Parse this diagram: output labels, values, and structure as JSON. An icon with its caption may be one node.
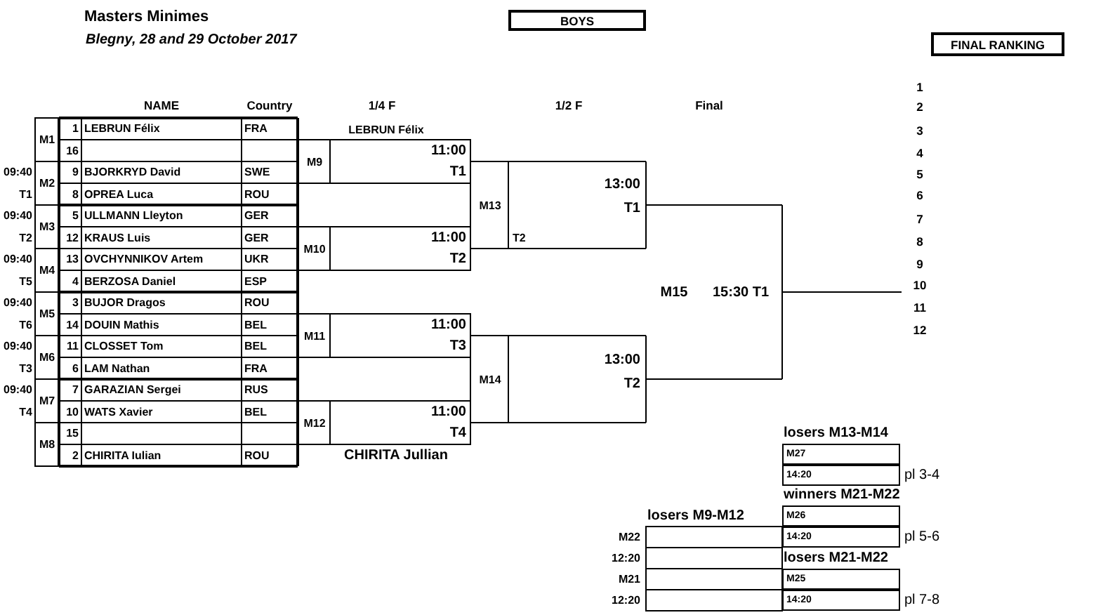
{
  "diagram": {
    "title": "Masters Minimes",
    "nodes": [
      {
        "text": [
          "BOYS"
        ]
      },
      {
        "text": [
          "FINAL RANKING"
        ]
      },
      {
        "text": [
          "M27"
        ]
      },
      {
        "text": [
          "14:20"
        ]
      },
      {
        "text": [
          "M26"
        ]
      },
      {
        "text": [
          "14:20"
        ]
      },
      {
        "text": [
          "M25"
        ]
      },
      {
        "text": [
          "14:20"
        ]
      }
    ],
    "labels": [
      "Blegny, 28 and 29 October 2017",
      "NAME",
      "Country",
      "1/4 F",
      "1/2 F",
      "Final",
      "1",
      "2",
      "3",
      "4",
      "5",
      "6",
      "7",
      "8",
      "9",
      "10",
      "11",
      "12",
      "LEBRUN Félix",
      "M1",
      "1",
      "LEBRUN Félix",
      "FRA",
      "16",
      "09:40",
      "M2",
      "9",
      "BJORKRYD David",
      "SWE",
      "T1",
      "8",
      "OPREA Luca",
      "ROU",
      "09:40",
      "M3",
      "5",
      "ULLMANN Lleyton",
      "GER",
      "T2",
      "12",
      "KRAUS Luis",
      "GER",
      "09:40",
      "M4",
      "13",
      "OVCHYNNIKOV Artem",
      "UKR",
      "T5",
      "4",
      "BERZOSA Daniel",
      "ESP",
      "09:40",
      "M5",
      "3",
      "BUJOR Dragos",
      "ROU",
      "T6",
      "14",
      "DOUIN Mathis",
      "BEL",
      "09:40",
      "M6",
      "11",
      "CLOSSET Tom",
      "BEL",
      "T3",
      "6",
      "LAM Nathan",
      "FRA",
      "09:40",
      "M7",
      "7",
      "GARAZIAN Sergei",
      "RUS",
      "T4",
      "10",
      "WATS Xavier",
      "BEL",
      "M8",
      "15",
      "2",
      "CHIRITA Iulian",
      "ROU",
      "M9",
      "11:00",
      "T1",
      "M10",
      "11:00",
      "T2",
      "M11",
      "11:00",
      "T3",
      "M12",
      "11:00",
      "T4",
      "CHIRITA Jullian",
      "M13",
      "13:00",
      "T1",
      "T2",
      "M14",
      "13:00",
      "T2",
      "M15",
      "15:30 T1",
      "losers M13-M14",
      "pl 3-4",
      "winners M21-M22",
      "losers M9-M12",
      "M22",
      "pl 5-6",
      "12:20",
      "losers M21-M22",
      "M21",
      "12:20",
      "pl 7-8"
    ]
  }
}
